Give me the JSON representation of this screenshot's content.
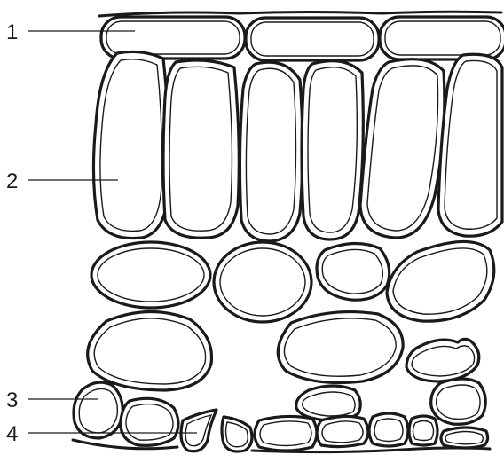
{
  "labels": [
    {
      "id": "1",
      "text": "1",
      "points_to": "upper-epidermis"
    },
    {
      "id": "2",
      "text": "2",
      "points_to": "palisade-cell"
    },
    {
      "id": "3",
      "text": "3",
      "points_to": "spongy-cell"
    },
    {
      "id": "4",
      "text": "4",
      "points_to": "lower-epidermis-cell"
    }
  ],
  "colors": {
    "stroke": "#1a1a1a",
    "fill": "#ffffff",
    "background": "#ffffff"
  }
}
